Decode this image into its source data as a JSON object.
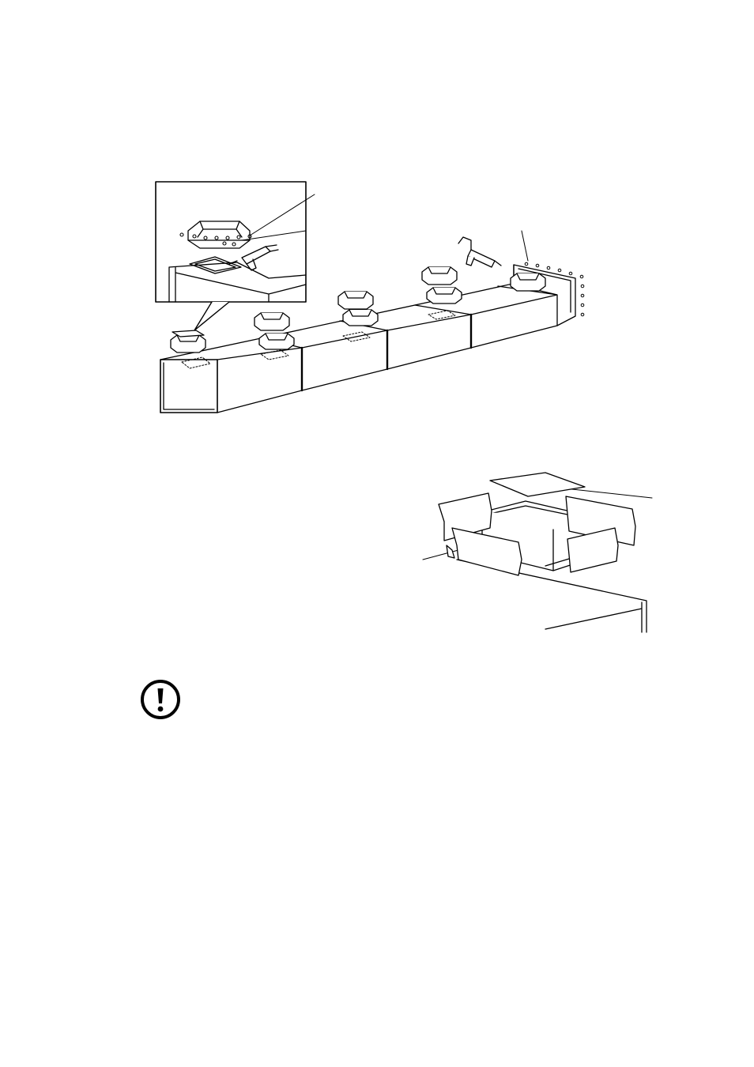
{
  "page": {
    "background": "#ffffff",
    "line_color": "#000000"
  },
  "figures": {
    "duct_run": {
      "icon": "duct-assembly-illustration",
      "segments": 4,
      "outlets_per_segment": 2
    },
    "outlet_detail": {
      "icon": "outlet-flaps-illustration"
    }
  },
  "notice": {
    "icon": "exclamation-circle-icon"
  }
}
